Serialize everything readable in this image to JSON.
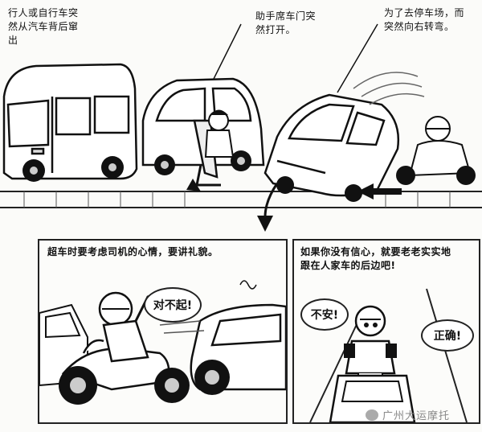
{
  "top_captions": {
    "left": "行人或自行车突\n然从汽车背后窜\n出",
    "middle": "助手席车门突\n然打开。",
    "right": "为了去停车场，而\n突然向右转弯。"
  },
  "bottom_left": {
    "caption": "超车时要考虑司机的心情，要讲礼貌。",
    "speech": "对不起!"
  },
  "bottom_right": {
    "caption": "如果你没有信心，就要老老实实地\n跟在人家车的后边吧!",
    "speech_left": "不安!",
    "speech_right": "正确!"
  },
  "watermark": {
    "text": "广州大运摩托"
  }
}
